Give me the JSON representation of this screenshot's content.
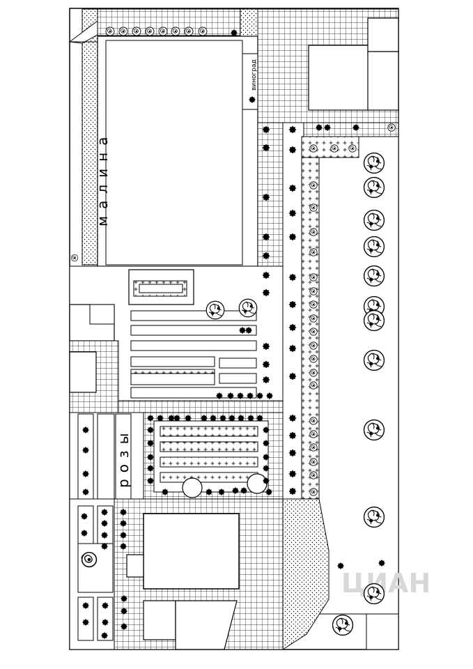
{
  "labels": {
    "raspberry": "малина",
    "grapes": "виноград",
    "roses": "розы",
    "watermark": "ЦИАН"
  },
  "colors": {
    "line": "#000000",
    "background": "#ffffff",
    "watermark": "#d8d8d8"
  },
  "icons": {
    "fruit_tree": "fruit-tree-icon",
    "shrub": "shrub-icon",
    "rose_bush": "rose-bush-icon",
    "round_bed": "round-bed-icon"
  }
}
